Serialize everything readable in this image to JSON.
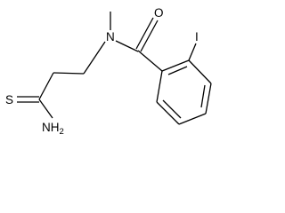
{
  "molecule": {
    "atoms": {
      "oxygen": "O",
      "nitrogen_amide": "N",
      "iodine": "I",
      "sulfur": "S",
      "amine": "NH",
      "amine_subscript": "2"
    }
  }
}
